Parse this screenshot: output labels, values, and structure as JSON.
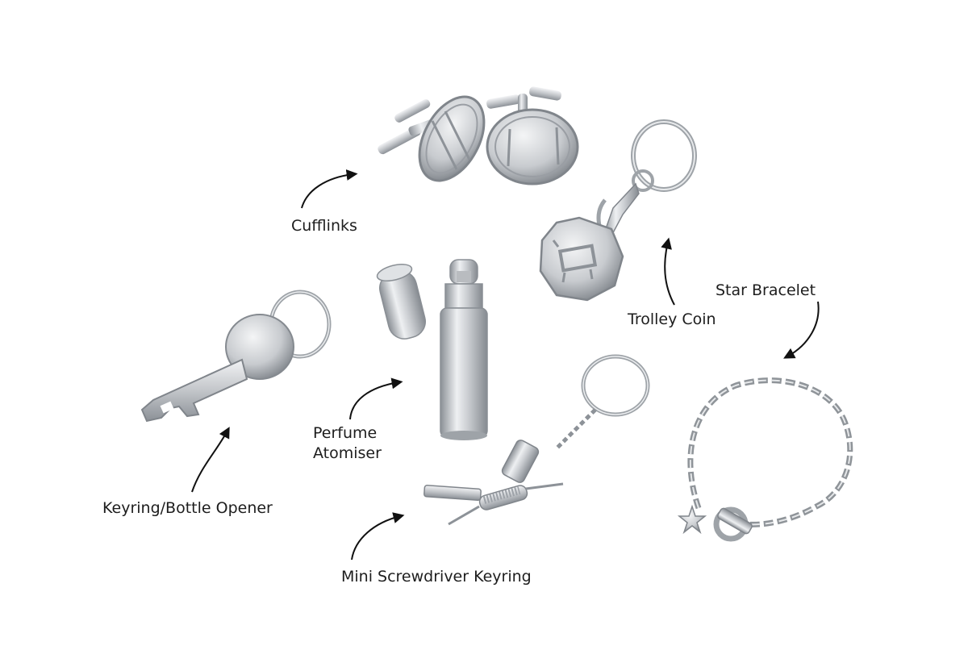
{
  "labels": {
    "cufflinks": "Cufflinks",
    "trolley_coin": "Trolley Coin",
    "star_bracelet": "Star Bracelet",
    "perfume_line1": "Perfume",
    "perfume_line2": "Atomiser",
    "keyring_bottle_opener": "Keyring/Bottle Opener",
    "mini_screwdriver_keyring": "Mini Screwdriver Keyring"
  },
  "colors": {
    "background": "#ffffff",
    "silver": "#c4c7cb",
    "silver_dark": "#7e8389",
    "text": "#1d1d1d"
  }
}
